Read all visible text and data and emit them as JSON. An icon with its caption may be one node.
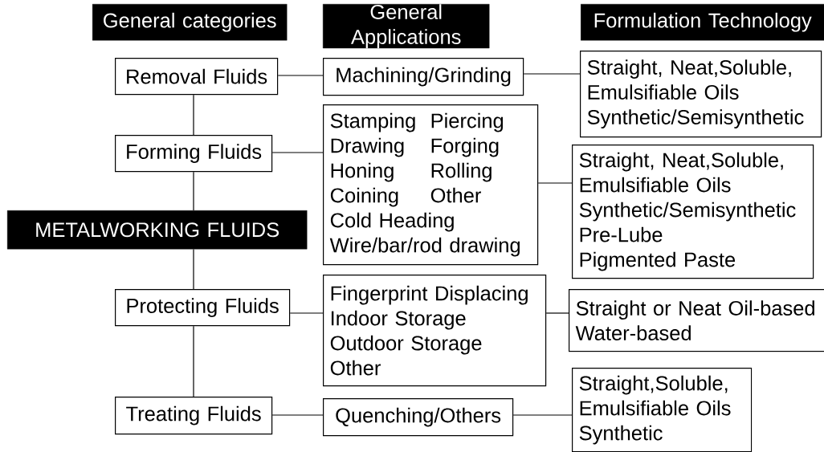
{
  "diagram": {
    "nodes": [
      {
        "text": [
          "General categories"
        ]
      },
      {
        "text": [
          "General Applications"
        ]
      },
      {
        "text": [
          "Formulation Technology"
        ]
      },
      {
        "text": [
          "Removal Fluids"
        ]
      },
      {
        "text": [
          "Machining/Grinding"
        ]
      },
      {
        "text": [
          "Straight, Neat,Soluble,",
          "Emulsifiable Oils",
          "Synthetic/Semisynthetic"
        ]
      },
      {
        "text": [
          "Forming Fluids"
        ]
      },
      {
        "text": [
          "Stamping",
          "Piercing",
          "Drawing",
          "Forging",
          "Honing",
          "Rolling",
          "Coining",
          "Other",
          "Cold Heading",
          "Wire/bar/rod drawing"
        ]
      },
      {
        "text": [
          "Straight, Neat,Soluble,",
          "Emulsifiable Oils",
          "Synthetic/Semisynthetic",
          "Pre-Lube",
          "Pigmented Paste"
        ]
      },
      {
        "text": [
          "METALWORKING FLUIDS"
        ]
      },
      {
        "text": [
          "Protecting Fluids"
        ]
      },
      {
        "text": [
          "Fingerprint Displacing",
          "Indoor Storage",
          "Outdoor Storage",
          "Other"
        ]
      },
      {
        "text": [
          "Straight or Neat Oil-based",
          "Water-based"
        ]
      },
      {
        "text": [
          "Treating Fluids"
        ]
      },
      {
        "text": [
          "Quenching/Others"
        ]
      },
      {
        "text": [
          "Straight,Soluble,",
          "Emulsifiable Oils",
          "Synthetic"
        ]
      }
    ],
    "edges": [
      {
        "from": 3,
        "to": 6,
        "arrow": "none"
      },
      {
        "from": 6,
        "to": 9,
        "arrow": "none"
      },
      {
        "from": 9,
        "to": 10,
        "arrow": "none"
      },
      {
        "from": 10,
        "to": 13,
        "arrow": "none"
      },
      {
        "from": 3,
        "to": 4,
        "arrow": "none"
      },
      {
        "from": 4,
        "to": 5,
        "arrow": "none"
      },
      {
        "from": 6,
        "to": 7,
        "arrow": "none"
      },
      {
        "from": 7,
        "to": 8,
        "arrow": "none"
      },
      {
        "from": 10,
        "to": 11,
        "arrow": "none"
      },
      {
        "from": 11,
        "to": 12,
        "arrow": "none"
      },
      {
        "from": 13,
        "to": 14,
        "arrow": "none"
      },
      {
        "from": 14,
        "to": 15,
        "arrow": "none"
      }
    ]
  }
}
